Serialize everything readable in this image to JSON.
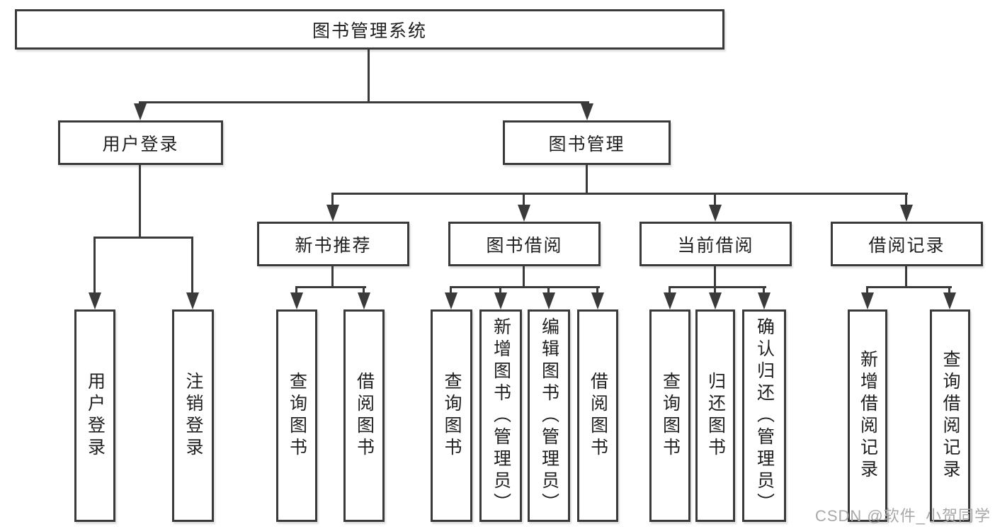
{
  "tree": {
    "root": {
      "label": "图书管理系统",
      "children": [
        {
          "label": "用户登录",
          "children": [
            {
              "label": "用户登录"
            },
            {
              "label": "注销登录"
            }
          ]
        },
        {
          "label": "图书管理",
          "children": [
            {
              "label": "新书推荐",
              "children": [
                {
                  "label": "查询图书"
                },
                {
                  "label": "借阅图书"
                }
              ]
            },
            {
              "label": "图书借阅",
              "children": [
                {
                  "label": "查询图书"
                },
                {
                  "label": "新增图书（管理员）"
                },
                {
                  "label": "编辑图书（管理员）"
                },
                {
                  "label": "借阅图书"
                }
              ]
            },
            {
              "label": "当前借阅",
              "children": [
                {
                  "label": "查询图书"
                },
                {
                  "label": "归还图书"
                },
                {
                  "label": "确认归还（管理员）"
                }
              ]
            },
            {
              "label": "借阅记录",
              "children": [
                {
                  "label": "新增借阅记录"
                },
                {
                  "label": "查询借阅记录"
                }
              ]
            }
          ]
        }
      ]
    }
  },
  "watermark": {
    "text": "CSDN @软件_小贺同学"
  },
  "colors": {
    "line": "#3a3a3a",
    "box_border": "#3a3a3a",
    "text": "#1f1f1f",
    "watermark": "#a8a8a8",
    "background": "#ffffff"
  }
}
